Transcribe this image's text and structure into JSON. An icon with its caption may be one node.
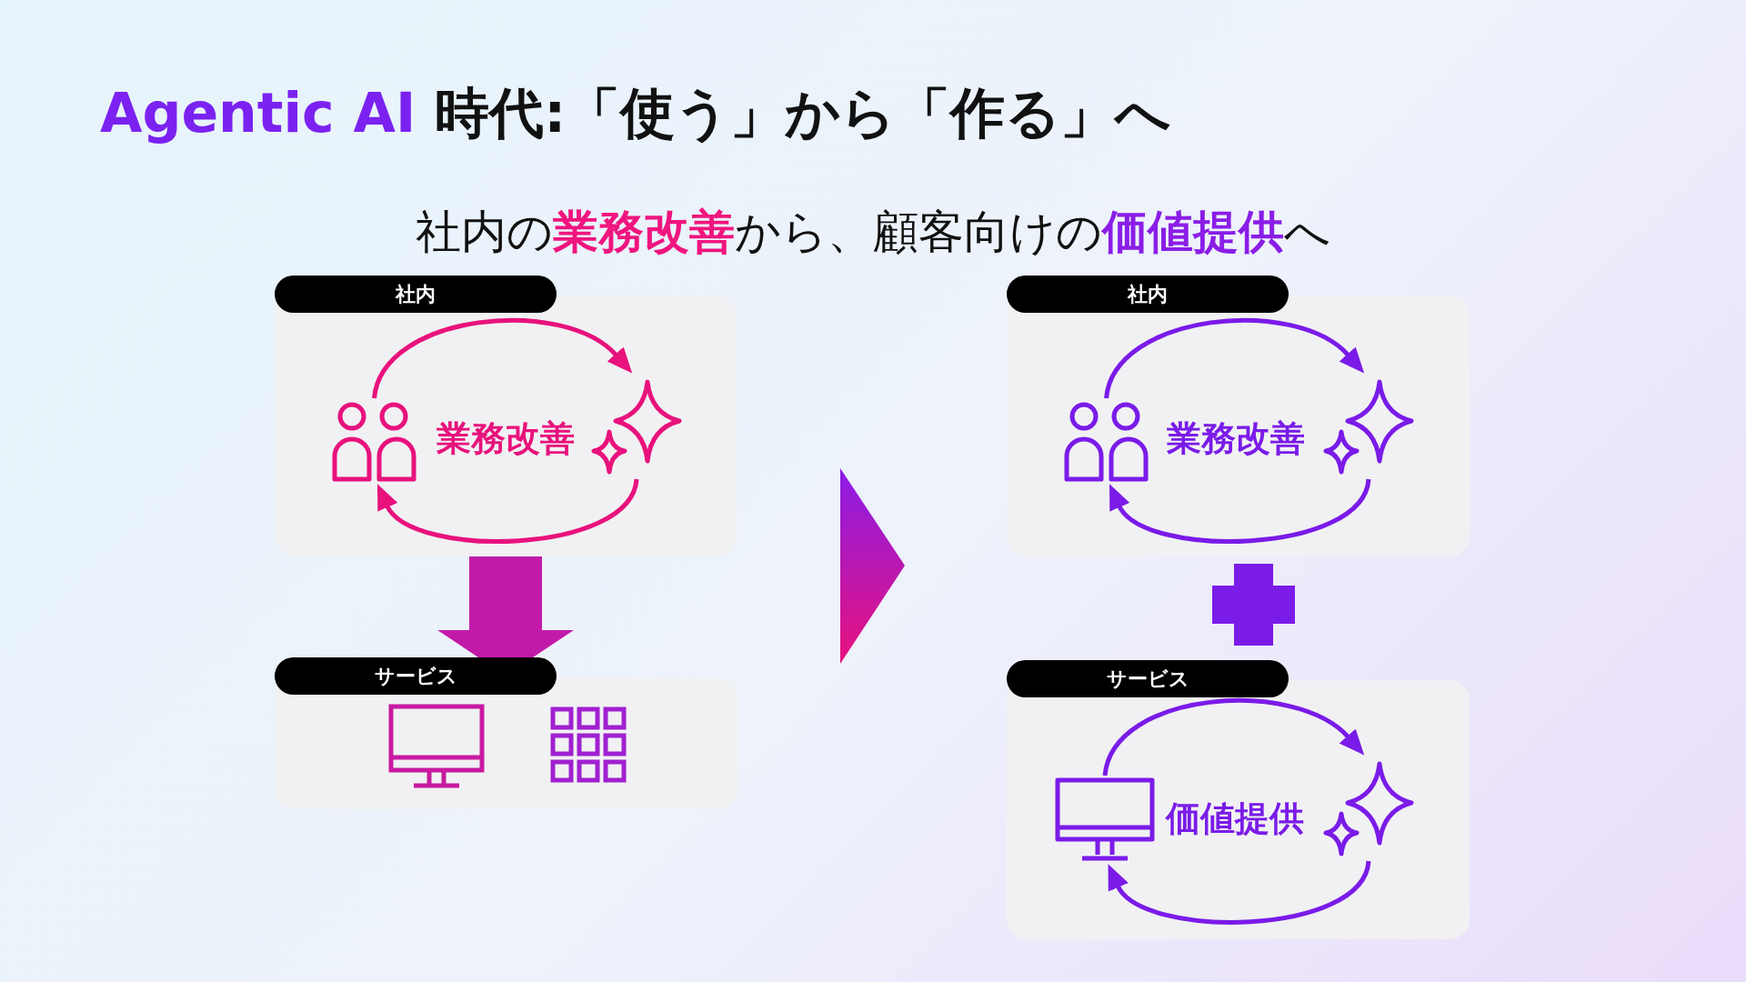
{
  "diagram": {
    "title": "*Agentic AI* 時代:「使う」から「作る」へ",
    "nodes": [
      {
        "text": [
          "社内"
        ]
      },
      {
        "text": [],
        "shape": "person",
        "in": 0
      },
      {
        "text": [],
        "shape": "star",
        "in": 0
      },
      {
        "text": [
          "サービス"
        ]
      },
      {
        "text": [
          "社内"
        ]
      },
      {
        "text": [],
        "shape": "person",
        "in": 4
      },
      {
        "text": [],
        "shape": "star",
        "in": 4
      },
      {
        "text": [
          "サービス"
        ]
      },
      {
        "text": [],
        "shape": "monitor",
        "in": 7
      },
      {
        "text": [],
        "shape": "star",
        "in": 7
      },
      {
        "text": [],
        "shape": "plus"
      }
    ],
    "edges": [
      {
        "from": 1,
        "to": 2,
        "arrow": "to",
        "color": "#e8127c"
      },
      {
        "from": 2,
        "to": 1,
        "arrow": "to",
        "color": "#e8127c"
      },
      {
        "from": 0,
        "to": 3,
        "arrow": "to",
        "style": "thick",
        "color": "#c21aa8"
      },
      {
        "from": 5,
        "to": 6,
        "arrow": "to"
      },
      {
        "from": 6,
        "to": 5,
        "arrow": "to"
      },
      {
        "from": 8,
        "to": 9,
        "arrow": "to"
      },
      {
        "from": 9,
        "to": 8,
        "arrow": "to"
      }
    ],
    "labels": [
      "社内の**業務改善**から、顧客向けの**価値提供**へ",
      "業務改善",
      "業務改善",
      "価値提供"
    ]
  }
}
